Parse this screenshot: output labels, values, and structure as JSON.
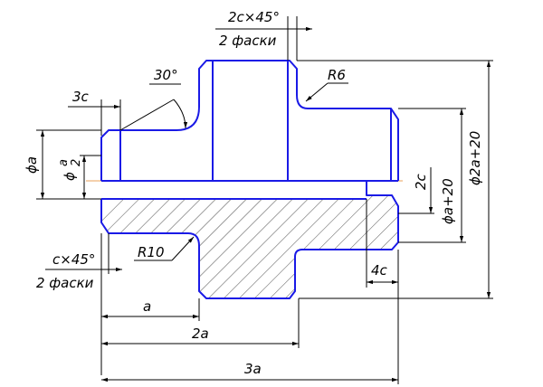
{
  "drawing": {
    "colors": {
      "outline": "#1a1ae6",
      "dimension": "#000000",
      "axis": "#e8a05a"
    },
    "labels": {
      "chamfer_top_size": "2c×45°",
      "chamfer_top_note": "2 фаски",
      "angle": "30°",
      "radius_top": "R6",
      "width_3c": "3c",
      "dia_a": "ϕa",
      "dia_a_half_num": "a",
      "dia_a_half_den": "2",
      "dia_a_half_prefix": "ϕ",
      "step_2c": "2c",
      "dia_a20": "ϕa+20",
      "dia_2a20": "ϕ2a+20",
      "radius_bottom": "R10",
      "chamfer_bottom_size": "c×45°",
      "chamfer_bottom_note": "2 фаски",
      "width_4c": "4c",
      "len_a": "a",
      "len_2a": "2a",
      "len_3a": "3a"
    }
  }
}
